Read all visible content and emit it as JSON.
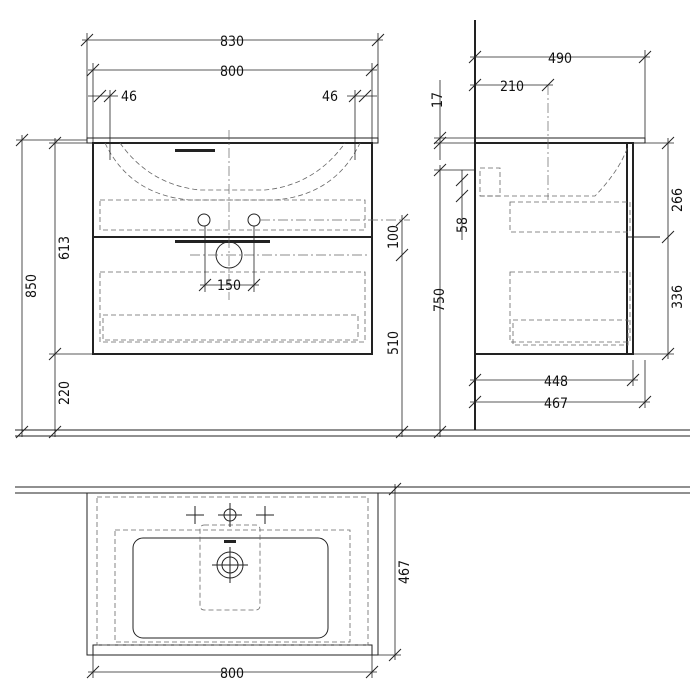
{
  "front_view": {
    "overall_width": "830",
    "basin_width": "800",
    "left_offset": "46",
    "right_offset": "46",
    "total_height": "850",
    "cabinet_height": "613",
    "floor_clearance": "220",
    "drain_offset": "100",
    "drain_spacing": "150",
    "drain_height": "510"
  },
  "side_view": {
    "depth": "490",
    "tap_offset": "210",
    "top_thickness": "17",
    "upper_drawer": "266",
    "gap": "58",
    "height_750": "750",
    "lower_drawer": "336",
    "inner_depth": "448",
    "cabinet_depth": "467"
  },
  "top_view": {
    "depth": "467",
    "width": "800"
  }
}
